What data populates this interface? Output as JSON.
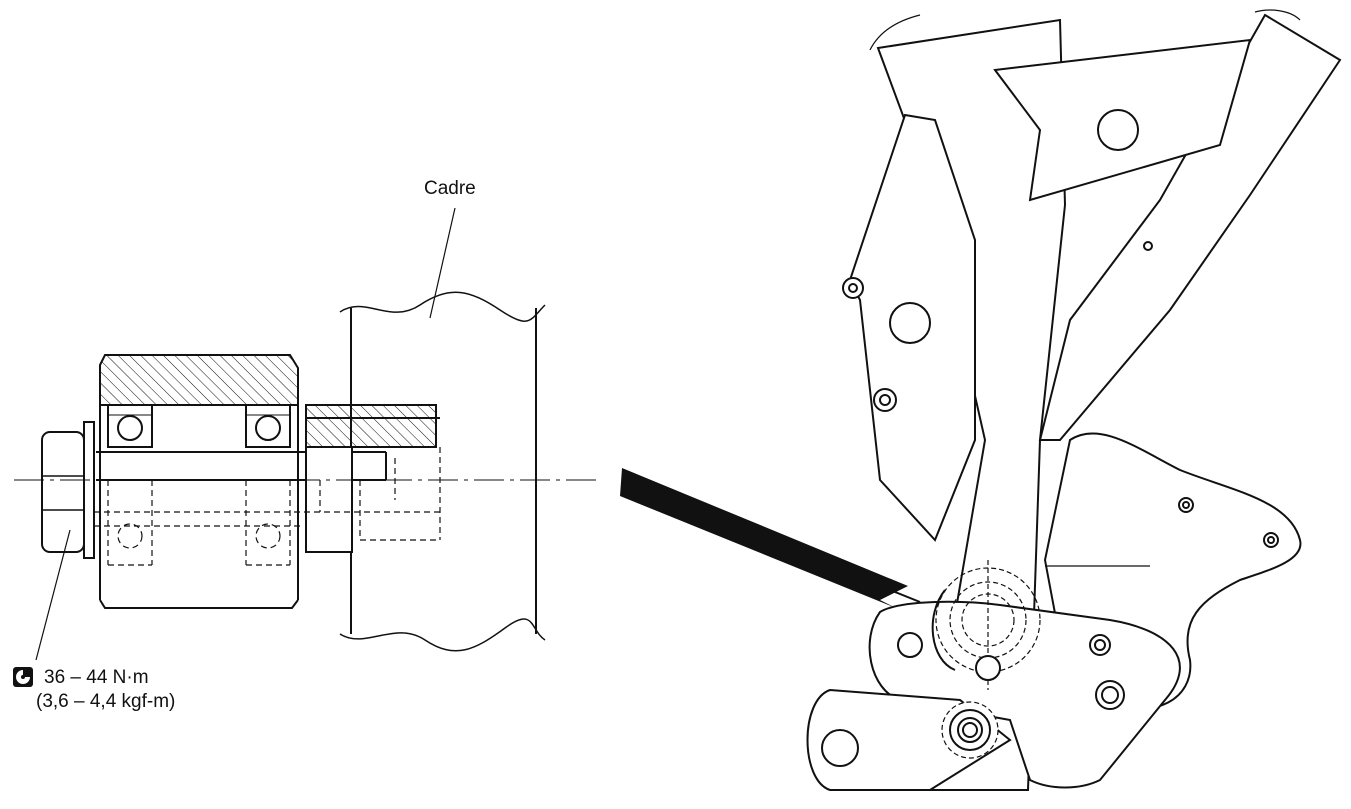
{
  "labels": {
    "frame": "Cadre"
  },
  "torque": {
    "icon": "torque-wrench-icon",
    "value": "36 – 44 N·m",
    "alt_value": "(3,6 – 4,4 kgf-m)"
  },
  "colors": {
    "ink": "#111111",
    "paper": "#ffffff"
  }
}
